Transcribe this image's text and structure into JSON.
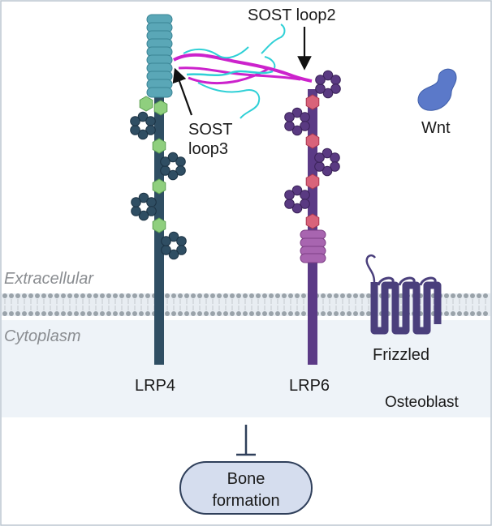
{
  "regions": {
    "extracellular": "Extracellular",
    "cytoplasm": "Cytoplasm",
    "cell": "Osteoblast"
  },
  "labels": {
    "sost_loop2": "SOST loop2",
    "sost_loop3_line1": "SOST",
    "sost_loop3_line2": "loop3",
    "wnt": "Wnt",
    "frizzled": "Frizzled",
    "lrp4": "LRP4",
    "lrp6": "LRP6"
  },
  "outcome": {
    "line1": "Bone",
    "line2": "formation"
  },
  "colors": {
    "lrp4_stalk": "#2f4e63",
    "lrp4_repeats": "#5aa7b7",
    "beta_propeller_lrp4": "#2f4e63",
    "egf_domain": "#8fcf7e",
    "lrp6_stalk": "#5b3a86",
    "beta_propeller_lrp6": "#5a3a82",
    "lrp6_hex": "#d9637a",
    "lrp6_ldl": "#a865b0",
    "frizzled": "#4a3f7c",
    "wnt": "#5b79c9",
    "sost_loop": "#2fd0d6",
    "sost_sheet": "#cc22cc",
    "membrane": "#9aa3aa",
    "cytoplasm_fill": "#eef3f8",
    "outcome_fill": "#d5ddee",
    "inhibit_arrow": "#2f3f5a"
  }
}
